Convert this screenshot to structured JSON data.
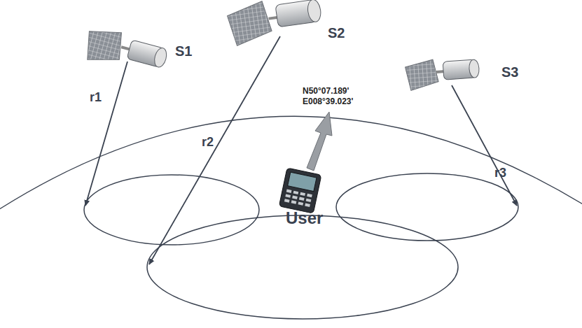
{
  "diagram": {
    "labels": [
      "S1",
      "S2",
      "S3",
      "r1",
      "r2",
      "r3",
      "N50°07.189'",
      "E008°39.023'",
      "User"
    ]
  }
}
